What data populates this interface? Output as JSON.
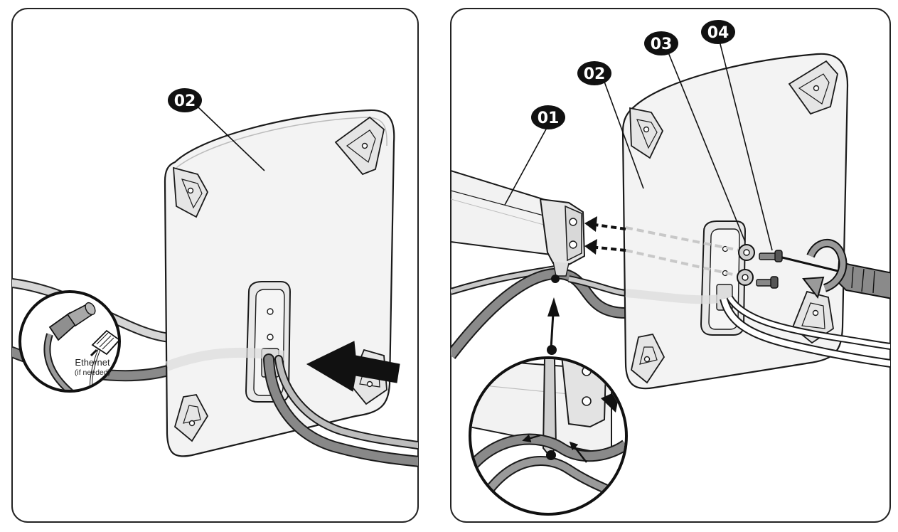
{
  "left_panel": {
    "callouts": [
      {
        "label": "02"
      }
    ],
    "inset": {
      "cable_label": "Ethernet",
      "cable_note": "(if needed)"
    }
  },
  "right_panel": {
    "callouts": [
      {
        "label": "01"
      },
      {
        "label": "02"
      },
      {
        "label": "03"
      },
      {
        "label": "04"
      }
    ]
  },
  "colors": {
    "outline": "#1a1a1a",
    "panel_fill": "#f2f2f2",
    "cable": "#6e6e6e",
    "callout_bg": "#111111"
  }
}
